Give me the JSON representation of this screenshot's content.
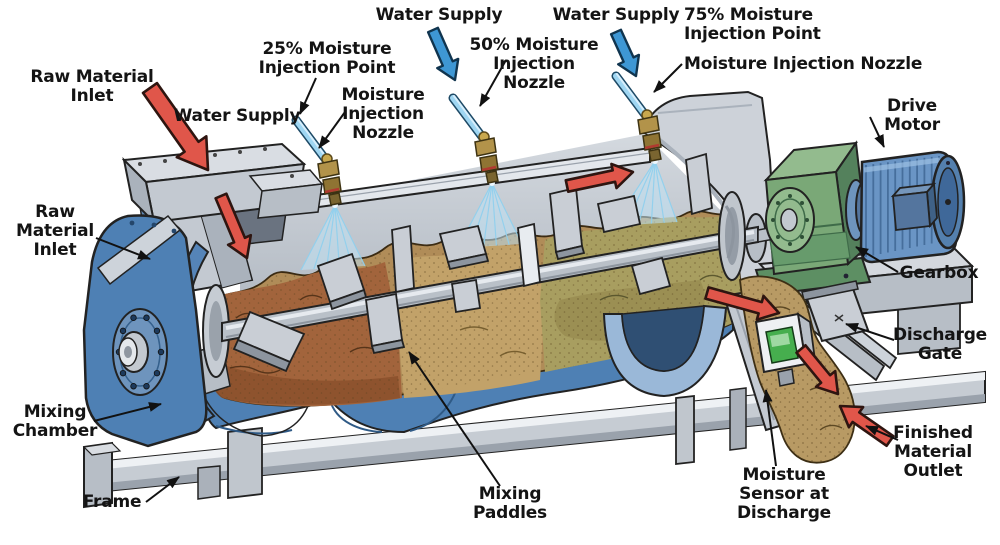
{
  "annotations": {
    "raw_material_inlet_top": "Raw Material\nInlet",
    "water_supply_left": "Water Supply",
    "injection_point_25": "25% Moisture\nInjection Point",
    "injection_nozzle_left": "Moisture\nInjection\nNozzle",
    "water_supply_center": "Water Supply",
    "injection_nozzle_50": "50% Moisture\nInjection\nNozzle",
    "water_supply_right": "Water Supply",
    "injection_point_75": "75% Moisture\nInjection Point",
    "injection_nozzle_right": "Moisture Injection Nozzle",
    "drive_motor": "Drive Motor",
    "raw_material_inlet_side": "Raw\nMaterial\nInlet",
    "gearbox": "Gearbox",
    "discharge_gate": "Discharge\nGate",
    "mixing_chamber": "Mixing\nChamber",
    "frame": "Frame",
    "mixing_paddles": "Mixing\nPaddles",
    "moisture_sensor": "Moisture\nSensor at\nDischarge",
    "finished_material_outlet": "Finished\nMaterial\nOutlet"
  },
  "colors": {
    "material_flow_arrow": "#e0564a",
    "water_supply_arrow": "#3e97d4",
    "chamber_blue": "#4e80b4",
    "machine_gray": "#c9ced6",
    "gearbox_green": "#7aa877",
    "motor_blue": "#6a95c5",
    "material_brown": "#a2643c",
    "material_tan": "#c2a269",
    "material_olive": "#a89e60",
    "spray_blue": "#bfe2f4",
    "brass_fitting": "#b2934a",
    "sensor_green": "#46ae4e",
    "label_text": "#141414"
  }
}
